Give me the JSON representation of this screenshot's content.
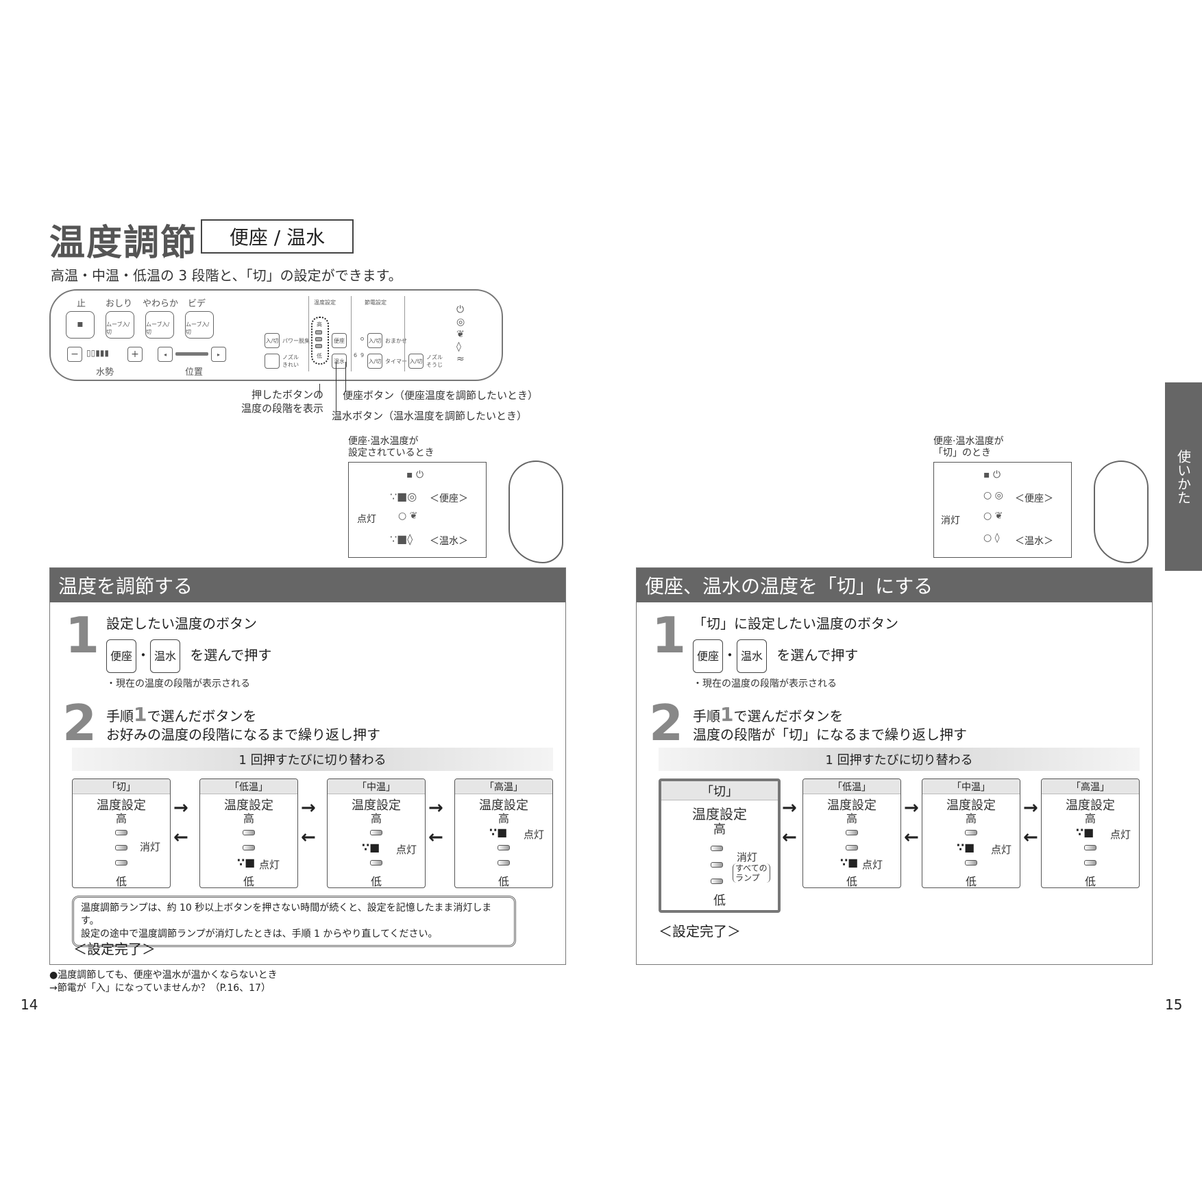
{
  "title": "温度調節",
  "title_box": "便座 / 温水",
  "intro": "高温・中温・低温の 3 段階と、「切」の設定ができます。",
  "panel": {
    "labels": {
      "stop": "止",
      "oshiri": "おしり",
      "yawaraka": "やわらか",
      "bide": "ビデ",
      "suisei": "水勢",
      "ichi": "位置",
      "ondo": "温度設定",
      "setsuden": "節電設定"
    },
    "move": "ムーブ入/切",
    "onoff": "入/切",
    "power": "パワー脱臭",
    "nozzle_clean": "ノズル\nきれい",
    "omakase": "おまかせ",
    "timer": "タイマー",
    "nozzle_souji": "ノズル\nそうじ",
    "benza": "便座",
    "onsui": "温水",
    "high": "高",
    "low": "低",
    "n6": "6",
    "n9": "9"
  },
  "callouts": {
    "stage": "押したボタンの\n温度の段階を表示",
    "benza_btn": "便座ボタン（便座温度を調節したいとき）",
    "onsui_btn": "温水ボタン（温水温度を調節したいとき）"
  },
  "state_on": {
    "caption": "便座·温水温度が\n設定されているとき",
    "lit": "点灯",
    "benza": "＜便座＞",
    "onsui": "＜温水＞"
  },
  "state_off": {
    "caption": "便座·温水温度が\n「切」のとき",
    "off": "消灯",
    "benza": "＜便座＞",
    "onsui": "＜温水＞"
  },
  "left": {
    "heading": "温度を調節する",
    "step1_line1": "設定したい温度のボタン",
    "key_benza": "便座",
    "key_onsui": "温水",
    "dot": "・",
    "step1_line2": "を選んで押す",
    "step1_note": "・現在の温度の段階が表示される",
    "step2_prefix": "手順",
    "step2_num": "1",
    "step2_line1": "で選んだボタンを",
    "step2_line2": "お好みの温度の段階になるまで繰り返し押す",
    "bar": "1 回押すたびに切り替わる",
    "cards": [
      "「切」",
      "「低温」",
      "「中温」",
      "「高温」"
    ],
    "card_title": "温度設定",
    "high": "高",
    "low": "低",
    "off": "消灯",
    "lit": "点灯",
    "memo_line1": "温度調節ランプは、約 10 秒以上ボタンを押さない時間が続くと、設定を記憶したまま消灯します。",
    "memo_line2": "設定の途中で温度調節ランプが消灯したときは、手順 1 からやり直してください。",
    "done": "＜設定完了＞"
  },
  "right": {
    "heading": "便座、温水の温度を「切」にする",
    "step1_line1": "「切」に設定したい温度のボタン",
    "key_benza": "便座",
    "key_onsui": "温水",
    "dot": "・",
    "step1_line2": "を選んで押す",
    "step1_note": "・現在の温度の段階が表示される",
    "step2_prefix": "手順",
    "step2_num": "1",
    "step2_line1": "で選んだボタンを",
    "step2_line2": "温度の段階が「切」になるまで繰り返し押す",
    "bar": "1 回押すたびに切り替わる",
    "cards": [
      "「切」",
      "「低温」",
      "「中温」",
      "「高温」"
    ],
    "card_title": "温度設定",
    "high": "高",
    "low": "低",
    "off": "消灯",
    "all_lamps": "すべての\nランプ",
    "lit": "点灯",
    "done": "＜設定完了＞"
  },
  "footnote_line1": "●温度調節しても、便座や温水が温かくならないとき",
  "footnote_line2": "→節電が「入」になっていませんか？（P.16、17）",
  "side_tab": "使いかた",
  "page_left": "14",
  "page_right": "15"
}
